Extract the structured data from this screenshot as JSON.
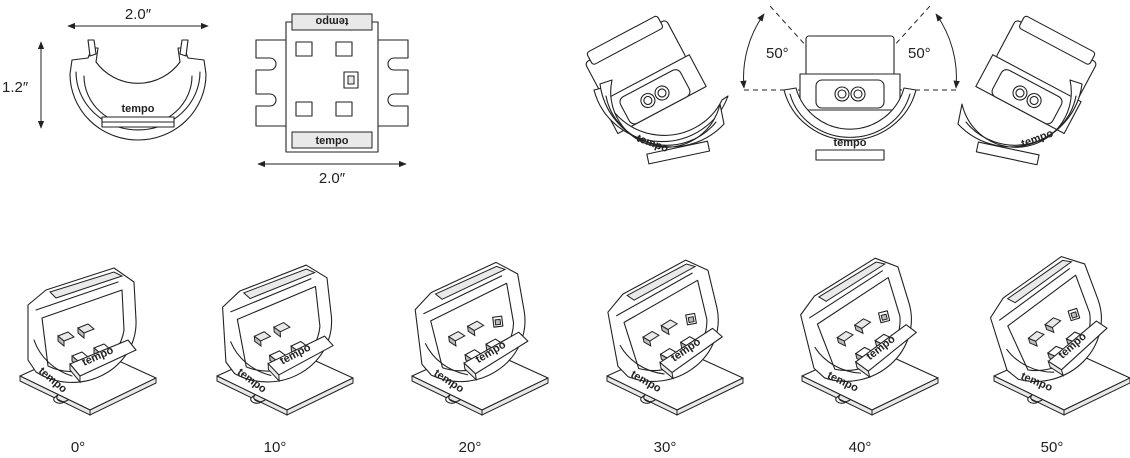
{
  "dimensions": {
    "width_label": "2.0″",
    "height_label": "1.2″",
    "base_width_label": "2.0″"
  },
  "angle_range": {
    "left_label": "50°",
    "right_label": "50°"
  },
  "brand": "tempo",
  "positions": [
    "0°",
    "10°",
    "20°",
    "30°",
    "40°",
    "50°"
  ],
  "tilt_degrees": [
    0,
    10,
    20,
    30,
    40,
    50
  ]
}
